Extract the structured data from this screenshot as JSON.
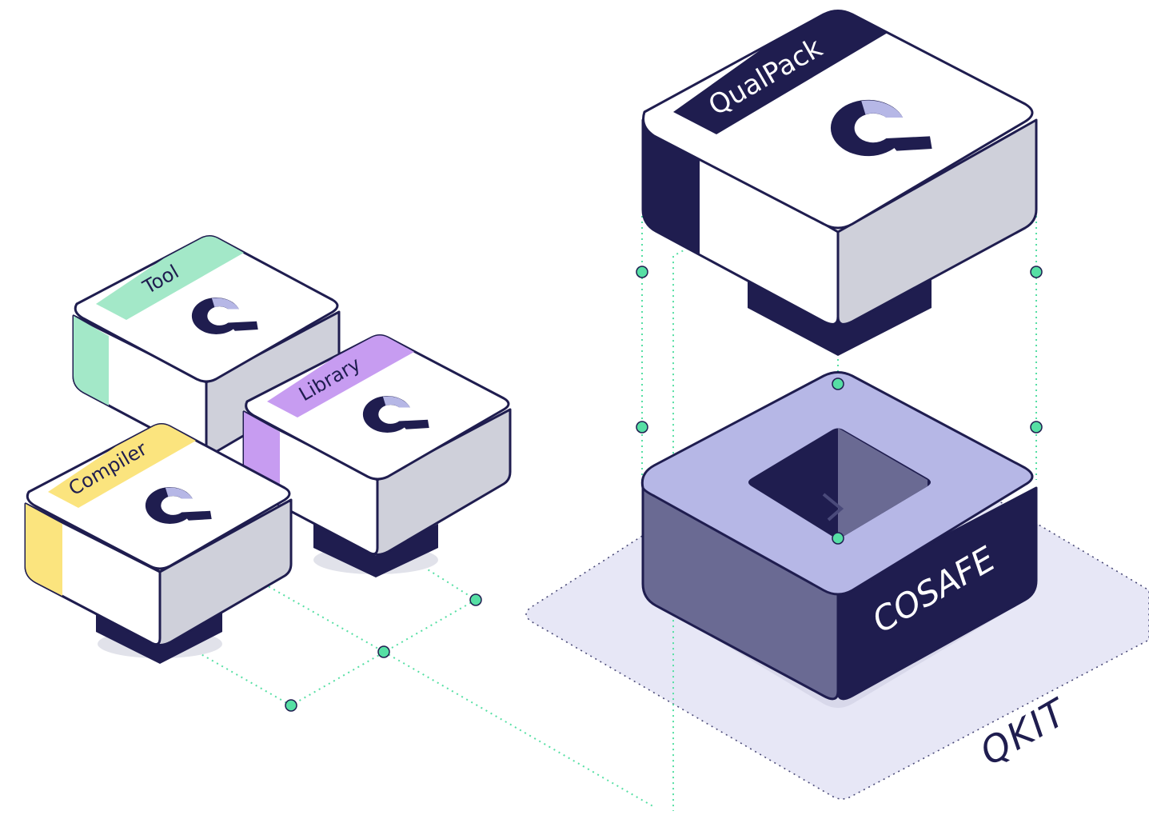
{
  "colors": {
    "navy": "#1f1d4f",
    "white": "#ffffff",
    "light_gray": "#cfd0da",
    "lavender": "#b6b7e6",
    "slate": "#6a6a93",
    "qkit_area": "#e7e7f6",
    "connector": "#56dfa4",
    "tool_accent": "#a3e8c8",
    "library_accent": "#c79cf1",
    "compiler_accent": "#fbe47e"
  },
  "blocks": {
    "tool": {
      "label": "Tool",
      "icon": "logo-icon"
    },
    "library": {
      "label": "Library",
      "icon": "logo-icon"
    },
    "compiler": {
      "label": "Compiler",
      "icon": "logo-icon"
    },
    "qualpack": {
      "label": "QualPack",
      "icon": "logo-icon"
    },
    "cosafe": {
      "label": "COSAFE",
      "icon": "arrow-down-icon"
    }
  },
  "platform": {
    "label": "QKIT"
  }
}
